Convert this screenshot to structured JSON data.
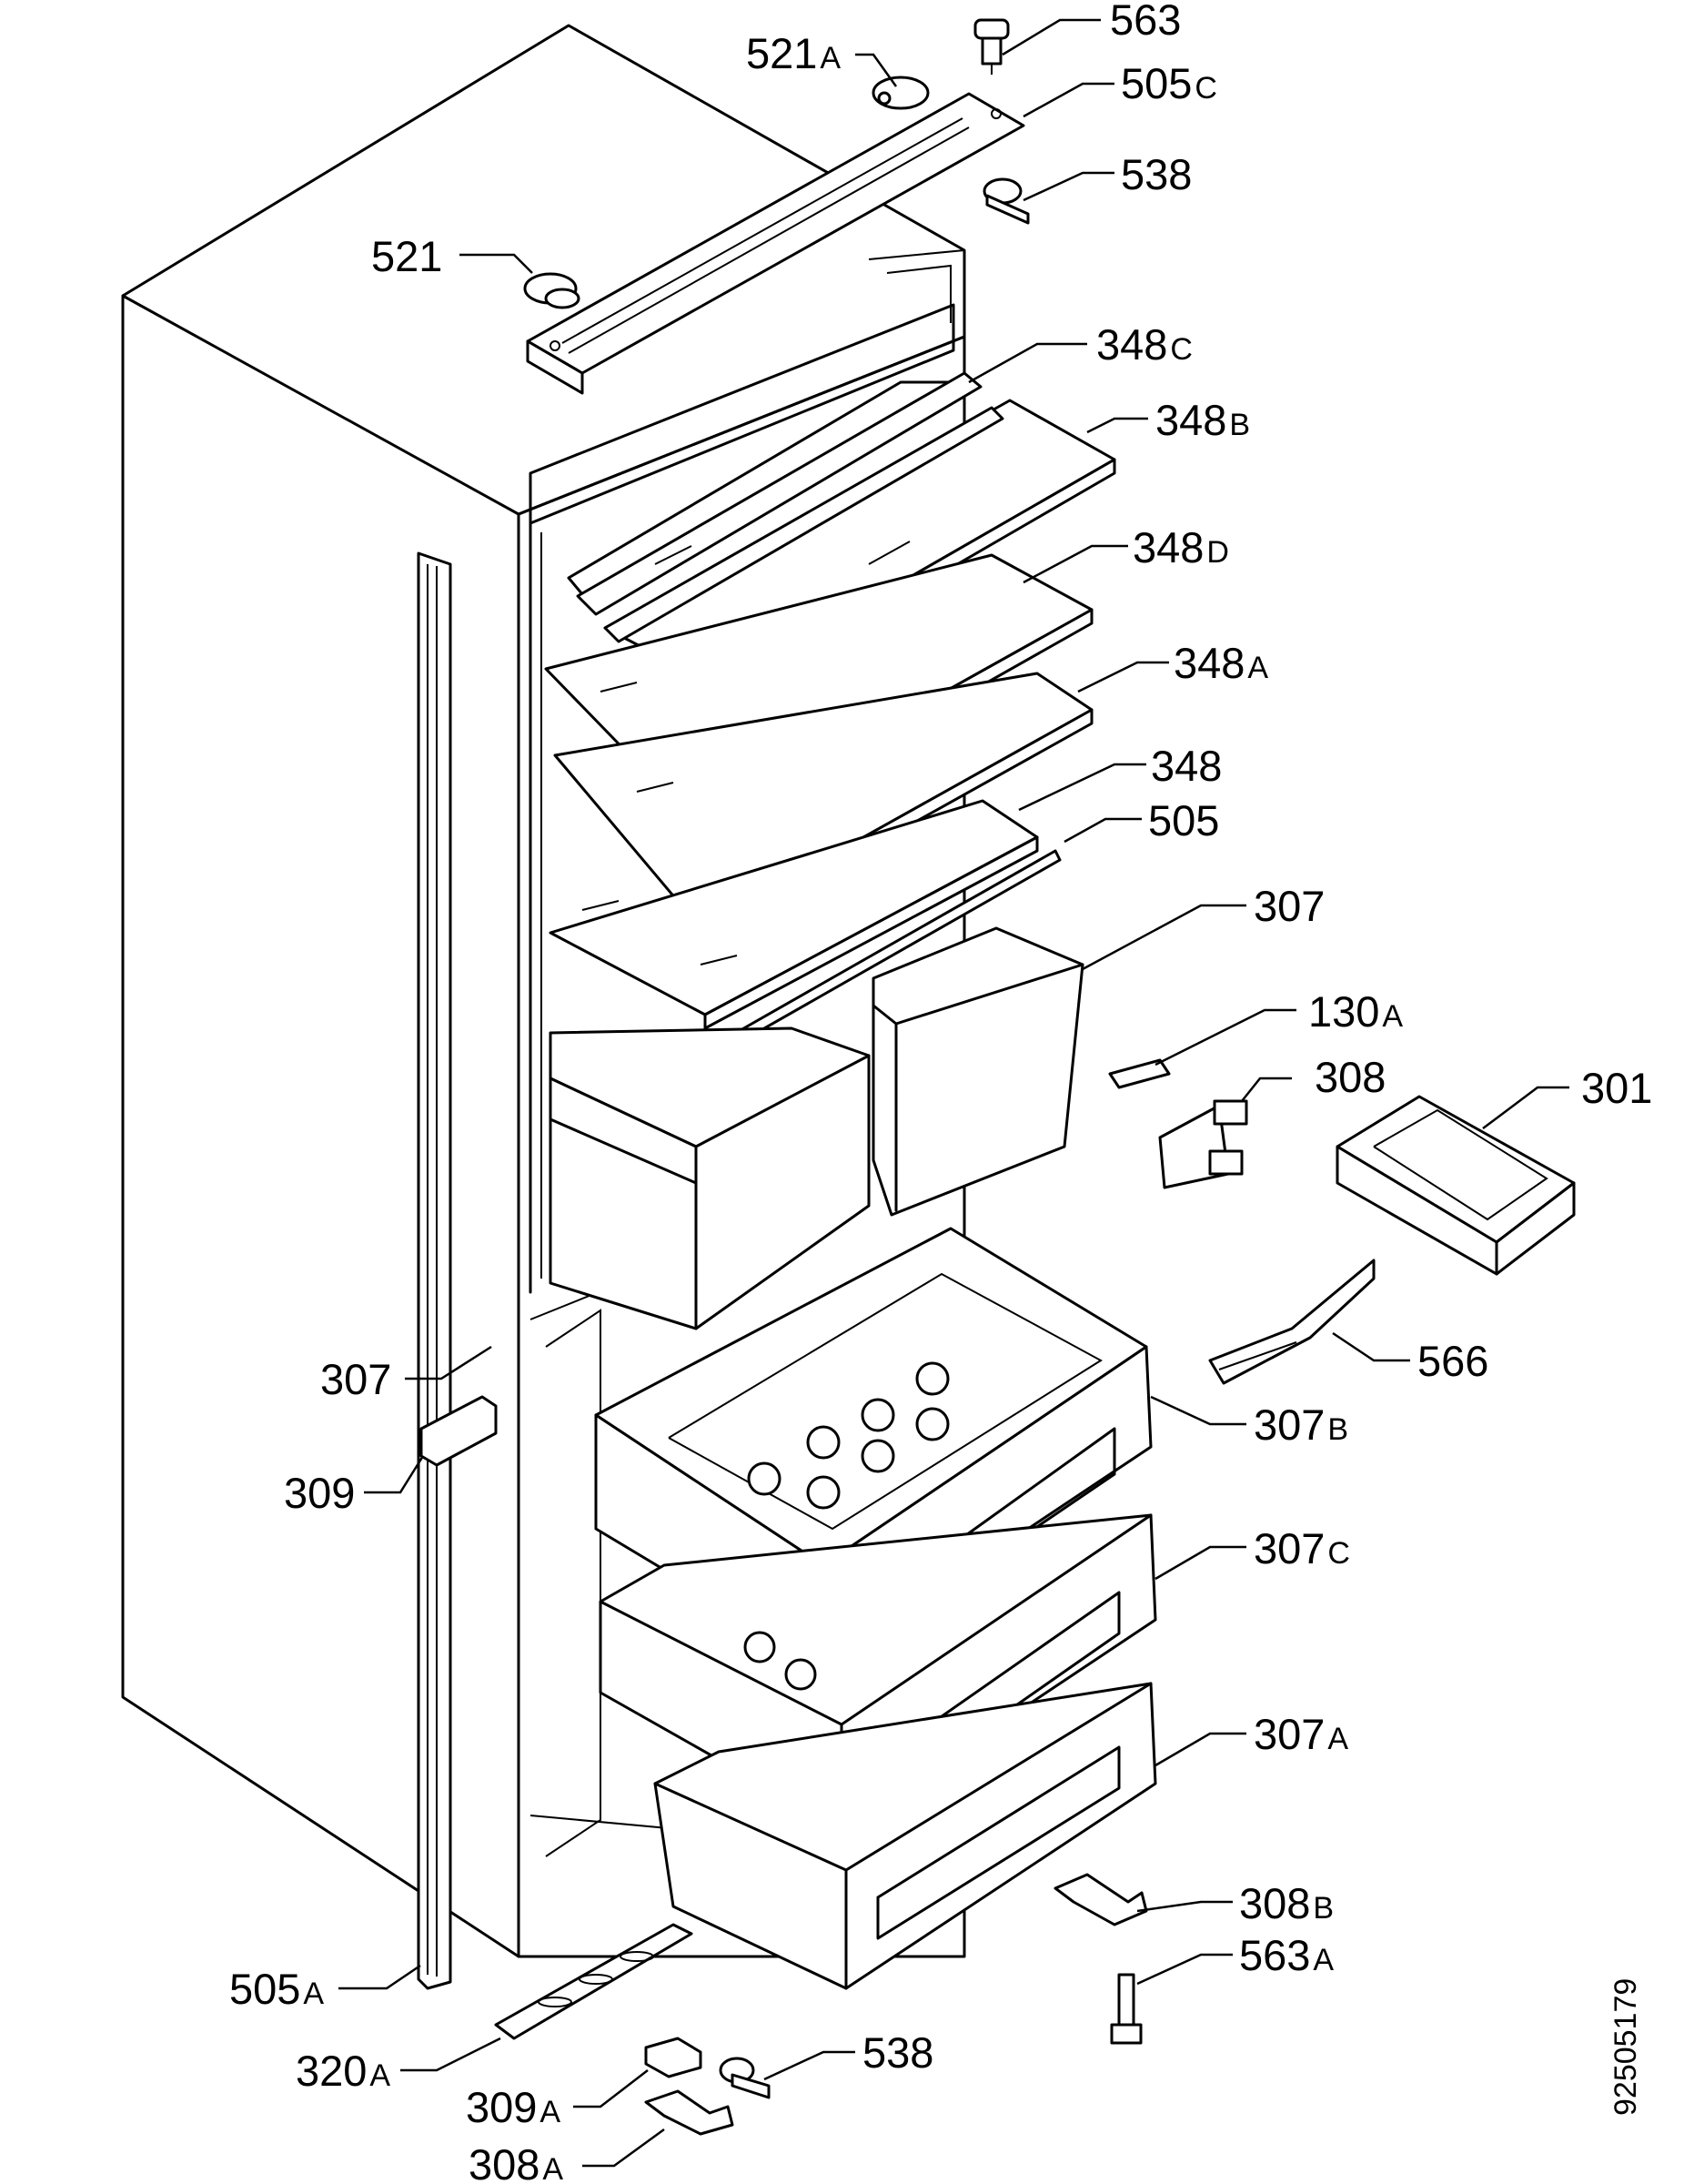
{
  "drawing_number": "92505179",
  "callouts": [
    {
      "id": "563",
      "num": "563",
      "suffix": ""
    },
    {
      "id": "521A",
      "num": "521",
      "suffix": "A"
    },
    {
      "id": "505C",
      "num": "505",
      "suffix": "C"
    },
    {
      "id": "538-top",
      "num": "538",
      "suffix": ""
    },
    {
      "id": "521",
      "num": "521",
      "suffix": ""
    },
    {
      "id": "348C",
      "num": "348",
      "suffix": "C"
    },
    {
      "id": "348B",
      "num": "348",
      "suffix": "B"
    },
    {
      "id": "348D",
      "num": "348",
      "suffix": "D"
    },
    {
      "id": "348A",
      "num": "348",
      "suffix": "A"
    },
    {
      "id": "348",
      "num": "348",
      "suffix": ""
    },
    {
      "id": "505",
      "num": "505",
      "suffix": ""
    },
    {
      "id": "307-right",
      "num": "307",
      "suffix": ""
    },
    {
      "id": "130A",
      "num": "130",
      "suffix": "A"
    },
    {
      "id": "308",
      "num": "308",
      "suffix": ""
    },
    {
      "id": "301",
      "num": "301",
      "suffix": ""
    },
    {
      "id": "566",
      "num": "566",
      "suffix": ""
    },
    {
      "id": "307B",
      "num": "307",
      "suffix": "B"
    },
    {
      "id": "307-left",
      "num": "307",
      "suffix": ""
    },
    {
      "id": "309",
      "num": "309",
      "suffix": ""
    },
    {
      "id": "307C",
      "num": "307",
      "suffix": "C"
    },
    {
      "id": "307A",
      "num": "307",
      "suffix": "A"
    },
    {
      "id": "308B",
      "num": "308",
      "suffix": "B"
    },
    {
      "id": "563A",
      "num": "563",
      "suffix": "A"
    },
    {
      "id": "505A",
      "num": "505",
      "suffix": "A"
    },
    {
      "id": "320A",
      "num": "320",
      "suffix": "A"
    },
    {
      "id": "538-bottom",
      "num": "538",
      "suffix": ""
    },
    {
      "id": "309A",
      "num": "309",
      "suffix": "A"
    },
    {
      "id": "308A",
      "num": "308",
      "suffix": "A"
    }
  ]
}
